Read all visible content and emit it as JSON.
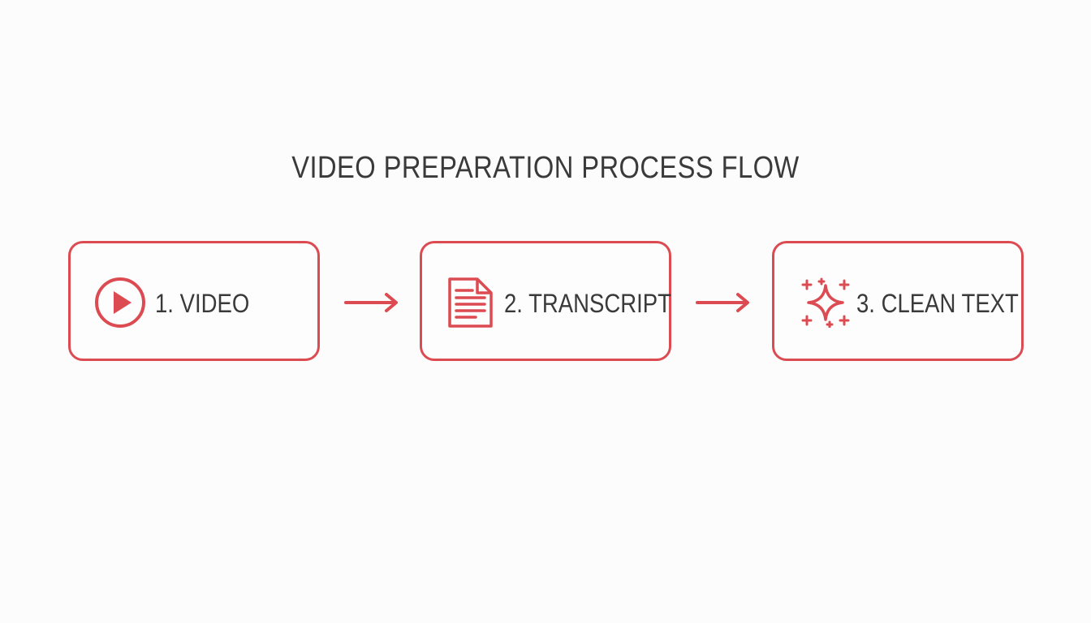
{
  "diagram": {
    "title": "VIDEO PREPARATION PROCESS FLOW",
    "accent_color": "#dd4b52",
    "text_color": "#3a3a3a",
    "steps": [
      {
        "label": "1. VIDEO",
        "icon": "play-icon"
      },
      {
        "label": "2. TRANSCRIPT",
        "icon": "document-icon"
      },
      {
        "label": "3. CLEAN TEXT",
        "icon": "sparkle-icon"
      }
    ],
    "connectors": [
      "arrow-right-icon",
      "arrow-right-icon"
    ]
  }
}
